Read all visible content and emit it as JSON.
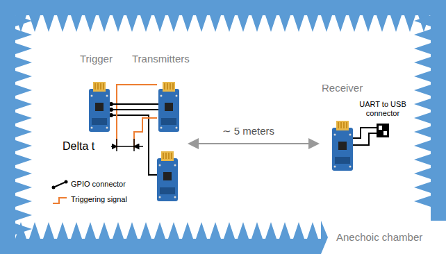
{
  "diagram": {
    "nodes": [
      {
        "text": [
          "Trigger"
        ]
      },
      {
        "text": [
          "Transmitters"
        ]
      },
      {
        "text": [
          "Receiver"
        ]
      },
      {
        "text": [
          "UART to USB connector"
        ]
      }
    ],
    "edges": [
      {
        "from": 0,
        "to": 1,
        "arrow": "none"
      },
      {
        "from": 0,
        "to": 1,
        "arrow": "none"
      },
      {
        "from": 2,
        "to": 3,
        "arrow": "none"
      },
      {
        "from": 2,
        "to": 3,
        "arrow": "none"
      }
    ],
    "labels": [
      "∼ 5 meters",
      "Delta t",
      "Anechoic chamber"
    ],
    "legend": [
      {
        "text": "GPIO connector"
      },
      {
        "text": "Triggering signal"
      }
    ]
  }
}
